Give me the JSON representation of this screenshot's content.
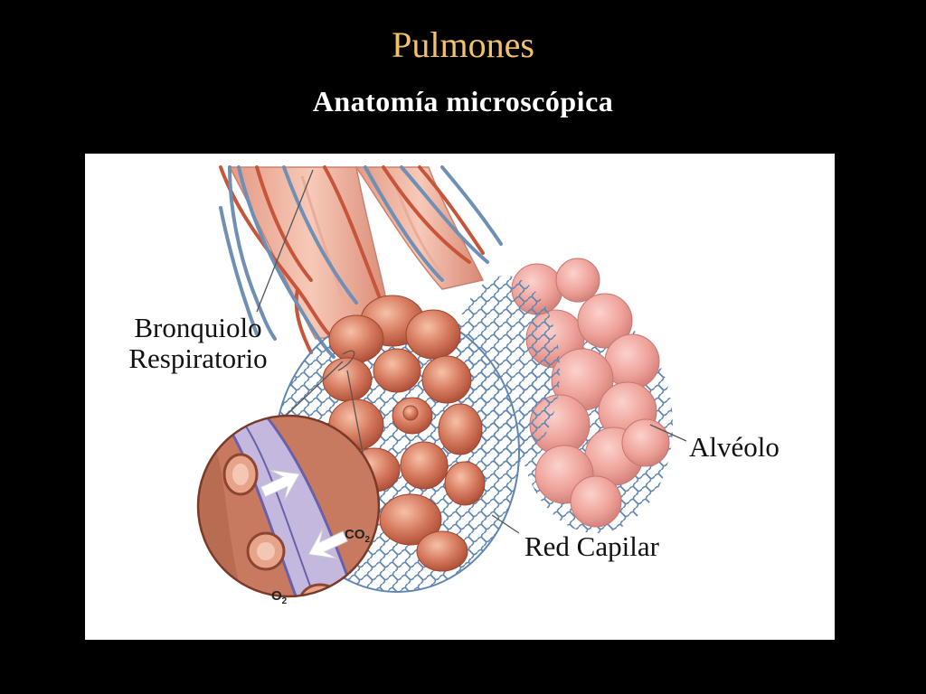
{
  "slide": {
    "title": "Pulmones",
    "subtitle": "Anatomía microscópica"
  },
  "diagram": {
    "labels": {
      "bronquiolo_line1": "Bronquiolo",
      "bronquiolo_line2": "Respiratorio",
      "alveolo": "Alvéolo",
      "red_capilar": "Red Capilar"
    },
    "inset": {
      "co2": "CO",
      "co2_sub": "2",
      "o2": "O",
      "o2_sub": "2"
    }
  },
  "colors": {
    "title": "#f2c16a",
    "background": "#000000",
    "panel": "#ffffff",
    "artery": "#c6553a",
    "vein": "#6f8fb5",
    "alveolus_front": "#d67a5e",
    "alveolus_back": "#eea29a"
  }
}
